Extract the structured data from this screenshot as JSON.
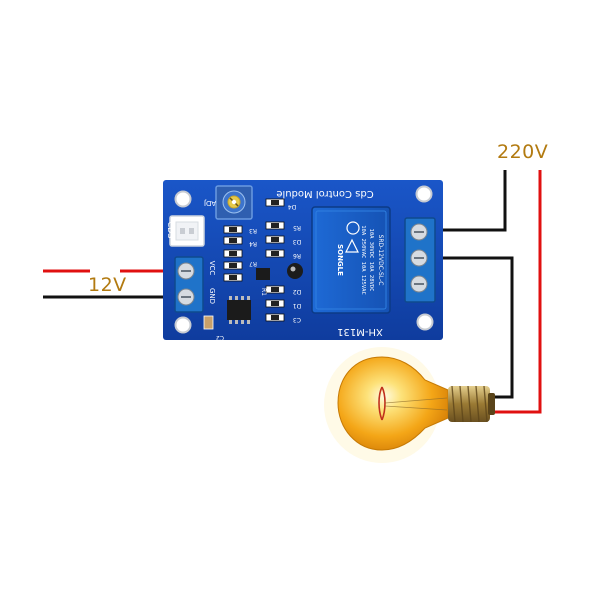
{
  "labels": {
    "high_voltage": "220V",
    "low_voltage": "12V"
  },
  "board": {
    "title": "Cds Control Module",
    "model": "XH-M131",
    "relay": {
      "brand": "SONGLE",
      "ratings": [
        "10A 250VAC 10A 125VAC",
        "10A 30VDC 10A 28VDC"
      ],
      "part": "SRD-12VDC-SL-C"
    },
    "silkscreen": {
      "cds": "CDS",
      "adj": "ADJ",
      "vcc": "VCC",
      "gnd": "GND",
      "c2": "C2",
      "c3": "C3",
      "resistors": [
        "R3",
        "R4",
        "R5",
        "R6",
        "R7",
        "R1",
        "R2"
      ],
      "leds": [
        "D4",
        "D3",
        "D2",
        "D1"
      ]
    }
  },
  "colors": {
    "label_text": "#b27a10",
    "board": "#1346b4",
    "wire_red": "#e01010",
    "wire_black": "#111111",
    "terminal": "#1f73c9",
    "bulb_glass": "#f5a719",
    "bulb_base": "#a8843a"
  },
  "icons": [
    "relay",
    "potentiometer",
    "light-bulb",
    "screw-terminal",
    "photoresistor-socket",
    "ic-chip",
    "transistor"
  ]
}
